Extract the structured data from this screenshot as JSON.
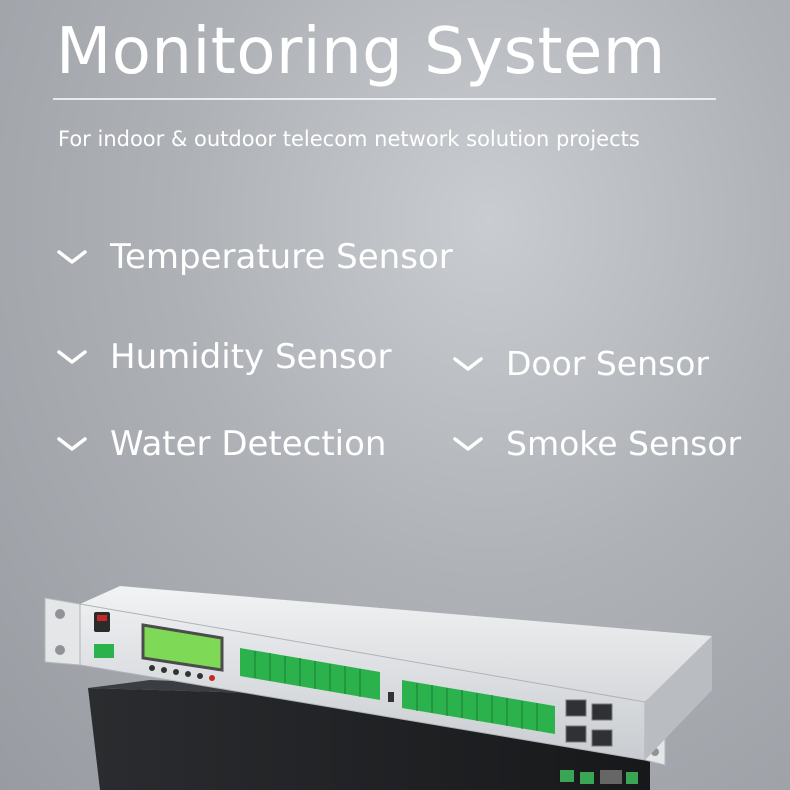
{
  "header": {
    "title": "Monitoring System",
    "subtitle": "For indoor & outdoor telecom network solution projects"
  },
  "features": [
    {
      "label": "Temperature Sensor",
      "icon": "chevron-down-icon"
    },
    {
      "label": "Humidity Sensor",
      "icon": "chevron-down-icon"
    },
    {
      "label": "Water Detection",
      "icon": "chevron-down-icon"
    },
    {
      "label": "Door Sensor",
      "icon": "chevron-down-icon"
    },
    {
      "label": "Smoke Sensor",
      "icon": "chevron-down-icon"
    }
  ],
  "colors": {
    "text": "#ffffff",
    "lcd": "#7ed957",
    "terminal": "#2bb24c",
    "chassis": "#d9dbde",
    "power_switch": "#c62828"
  }
}
